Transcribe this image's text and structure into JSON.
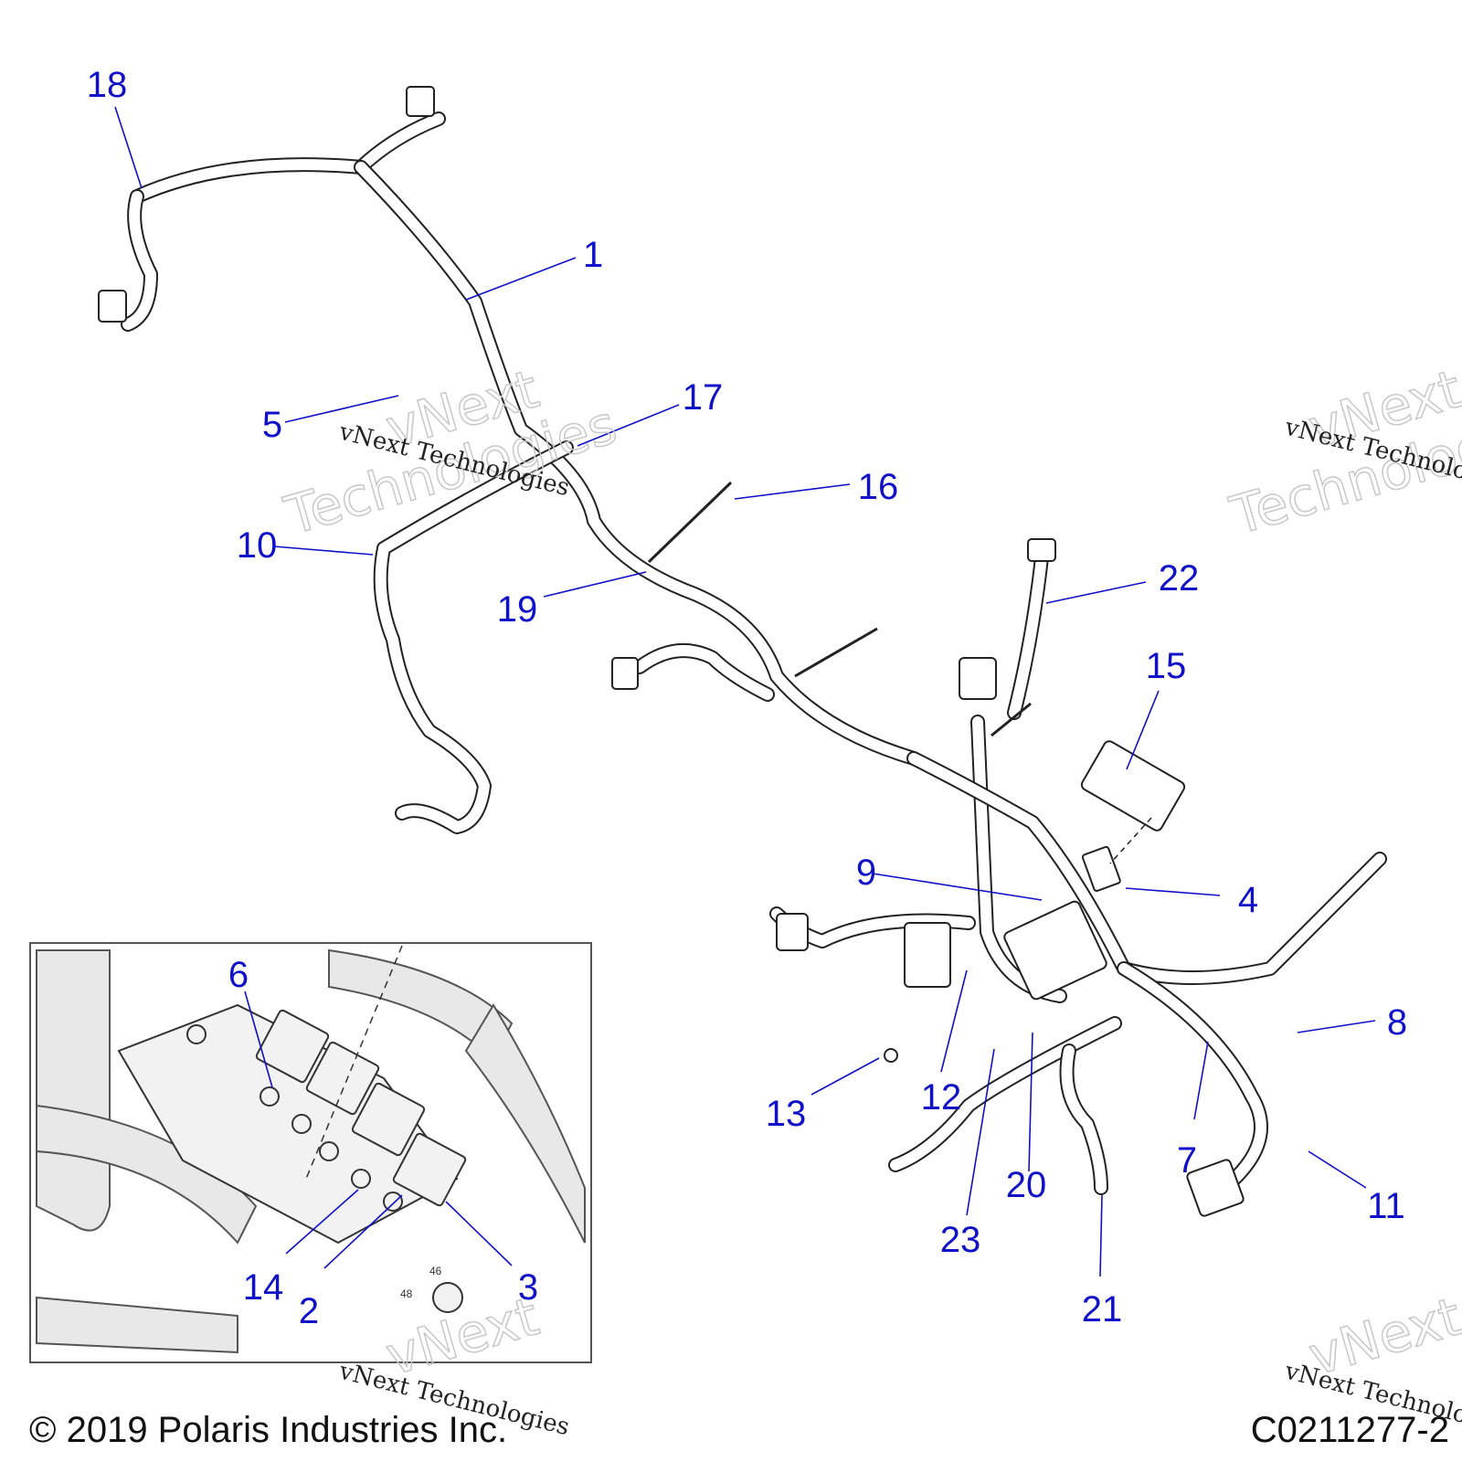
{
  "callouts": [
    {
      "label": "1"
    },
    {
      "label": "2"
    },
    {
      "label": "3"
    },
    {
      "label": "4"
    },
    {
      "label": "5"
    },
    {
      "label": "6"
    },
    {
      "label": "7"
    },
    {
      "label": "8"
    },
    {
      "label": "9"
    },
    {
      "label": "10"
    },
    {
      "label": "11"
    },
    {
      "label": "12"
    },
    {
      "label": "13"
    },
    {
      "label": "14"
    },
    {
      "label": "15"
    },
    {
      "label": "16"
    },
    {
      "label": "17"
    },
    {
      "label": "18"
    },
    {
      "label": "19"
    },
    {
      "label": "20"
    },
    {
      "label": "21"
    },
    {
      "label": "22"
    },
    {
      "label": "23"
    }
  ],
  "watermark": {
    "small": "vNext Technologies",
    "big_line1": "vNext",
    "big_line2": "Technologies"
  },
  "inset": {
    "fuse_marks": [
      "46",
      "48"
    ]
  },
  "footer": {
    "copyright": "© 2019 Polaris Industries Inc.",
    "drawing_number": "C0211277-2"
  },
  "colors": {
    "callout": "#1010c8",
    "line_art": "#222222"
  }
}
